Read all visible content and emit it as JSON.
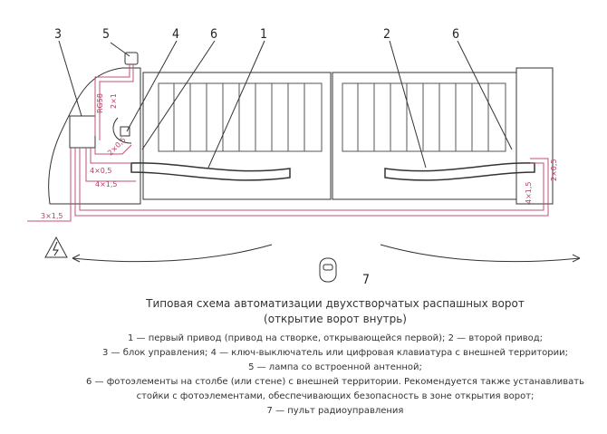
{
  "labels": {
    "n1": "1",
    "n2": "2",
    "n3": "3",
    "n4": "4",
    "n5": "5",
    "n6a": "6",
    "n6b": "6",
    "n7": "7"
  },
  "cables": {
    "rg58": "RG58",
    "c2x1": "2×1",
    "c2x05": "2×0,5",
    "c4x05": "4×0,5",
    "c4x15": "4×1,5",
    "c3x15": "3×1,5",
    "r2x05": "2×0,5",
    "r4x15": "4×1,5"
  },
  "caption": {
    "title": "Типовая схема автоматизации двухстворчатых распашных ворот",
    "subtitle": "(открытие ворот внутрь)",
    "lines": [
      "1 — первый привод (привод на створке, открывающейся первой); 2 — второй привод;",
      "3 — блок управления; 4 — ключ-выключатель или цифровая клавиатура с внешней территории;",
      "5 — лампа со встроенной антенной;",
      "6 — фотоэлементы на столбе (или стене) с внешней территории. Рекомендуется также устанавливать",
      "стойки с фотоэлементами, обеспечивающих безопасность в зоне открытия ворот;",
      "7 — пульт радиоуправления"
    ]
  },
  "colors": {
    "line": "#333333",
    "cable": "#c05070"
  }
}
